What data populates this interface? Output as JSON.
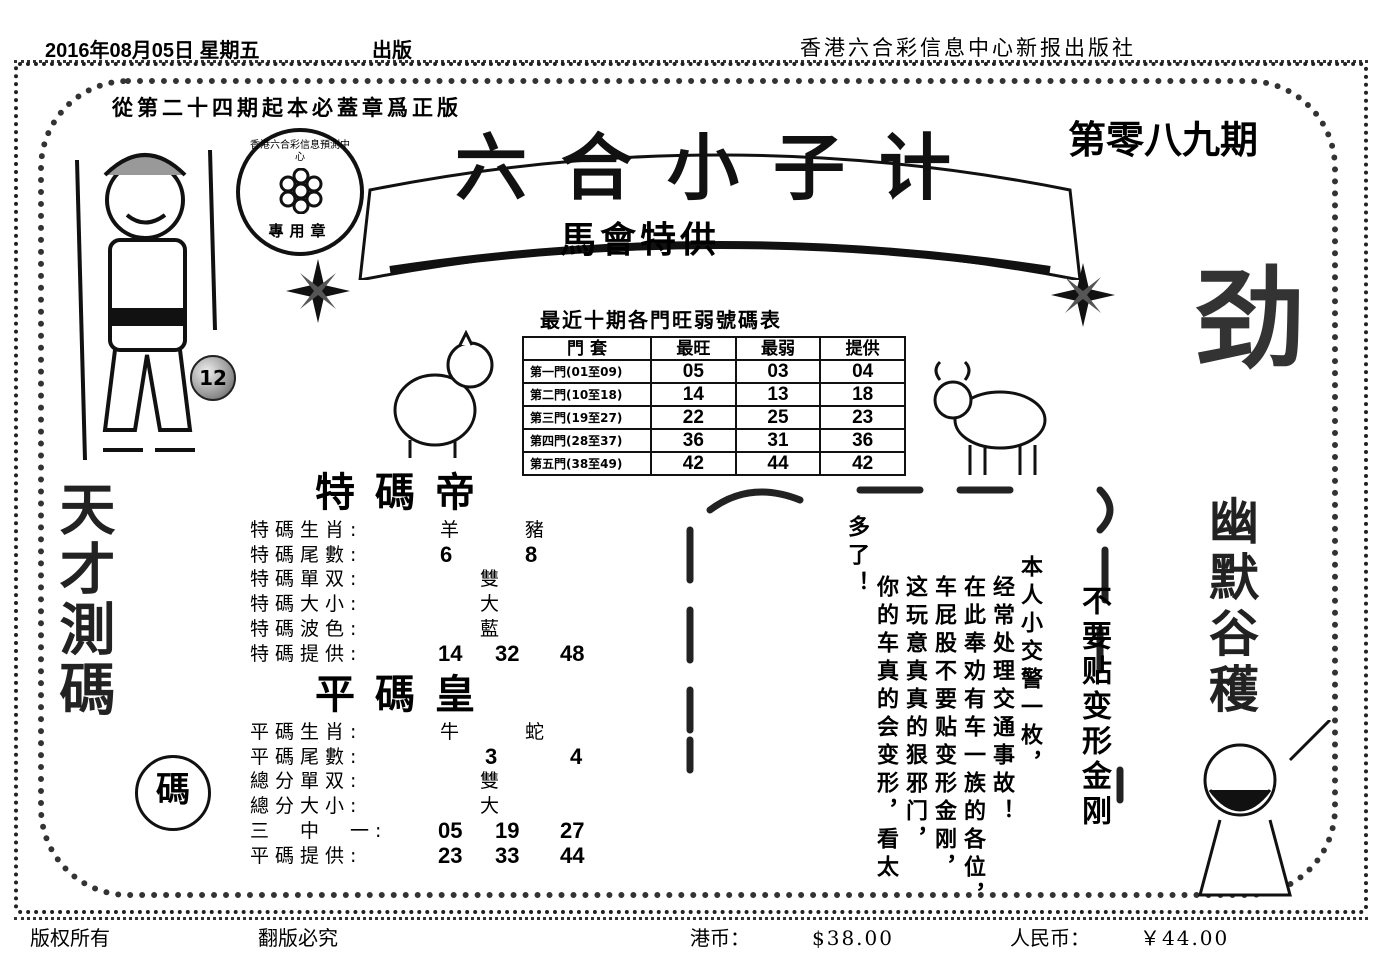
{
  "header": {
    "date": "2016年08月05日 星期五",
    "publish": "出版",
    "publisher": "香港六合彩信息中心新报出版社"
  },
  "notice": "從第二十四期起本必蓋章爲正版",
  "stamp": {
    "ring_text": "香港六合彩信息預測中心",
    "bottom_text": "專用章"
  },
  "issue": "第零八九期",
  "banner": {
    "title": "六合小子计",
    "subtitle": "馬會特供"
  },
  "ball_number": "12",
  "table": {
    "title": "最近十期各門旺弱號碼表",
    "headers": [
      "門 套",
      "最旺",
      "最弱",
      "提供"
    ],
    "rows": [
      {
        "group": "第一門(01至09)",
        "hot": "05",
        "cold": "03",
        "pick": "04"
      },
      {
        "group": "第二門(10至18)",
        "hot": "14",
        "cold": "13",
        "pick": "18"
      },
      {
        "group": "第三門(19至27)",
        "hot": "22",
        "cold": "25",
        "pick": "23"
      },
      {
        "group": "第四門(28至37)",
        "hot": "36",
        "cold": "31",
        "pick": "36"
      },
      {
        "group": "第五門(38至49)",
        "hot": "42",
        "cold": "44",
        "pick": "42"
      }
    ]
  },
  "special": {
    "title": "特碼帝",
    "rows": [
      {
        "label": "特碼生肖:",
        "values": [
          "羊",
          "豬"
        ]
      },
      {
        "label": "特碼尾數:",
        "values": [
          "6",
          "8"
        ]
      },
      {
        "label": "特碼單双:",
        "values": [
          "雙"
        ]
      },
      {
        "label": "特碼大小:",
        "values": [
          "大"
        ]
      },
      {
        "label": "特碼波色:",
        "values": [
          "藍"
        ]
      },
      {
        "label": "特碼提供:",
        "values": [
          "14",
          "32",
          "48"
        ]
      }
    ]
  },
  "regular": {
    "title": "平碼皇",
    "rows": [
      {
        "label": "平碼生肖:",
        "values": [
          "牛",
          "蛇"
        ]
      },
      {
        "label": "平碼尾數:",
        "values": [
          "3",
          "4"
        ]
      },
      {
        "label": "總分單双:",
        "values": [
          "雙"
        ]
      },
      {
        "label": "總分大小:",
        "values": [
          "大"
        ]
      },
      {
        "label": "三　中　一:",
        "values": [
          "05",
          "19",
          "27"
        ]
      },
      {
        "label": "平碼提供:",
        "values": [
          "23",
          "33",
          "44"
        ]
      }
    ]
  },
  "story": {
    "headline": "不要贴变形金刚",
    "columns": [
      "本人小交警一枚，",
      "经常处理交通事故！",
      "在此奉劝有车一族的各位，",
      "车屁股不要贴变形金刚，",
      "这玩意真真的狠邪门，",
      "你的车真的会变形，看太",
      "多了！"
    ]
  },
  "side_left": "天才測碼",
  "side_right_top": "劲",
  "side_right": "幽默谷穫",
  "mascot_badge": "碼",
  "footer": {
    "rights": "版权所有",
    "piracy": "翻版必究",
    "hkd_label": "港币：",
    "hkd_price": "$38.00",
    "rmb_label": "人民币：",
    "rmb_price": "￥44.00"
  }
}
